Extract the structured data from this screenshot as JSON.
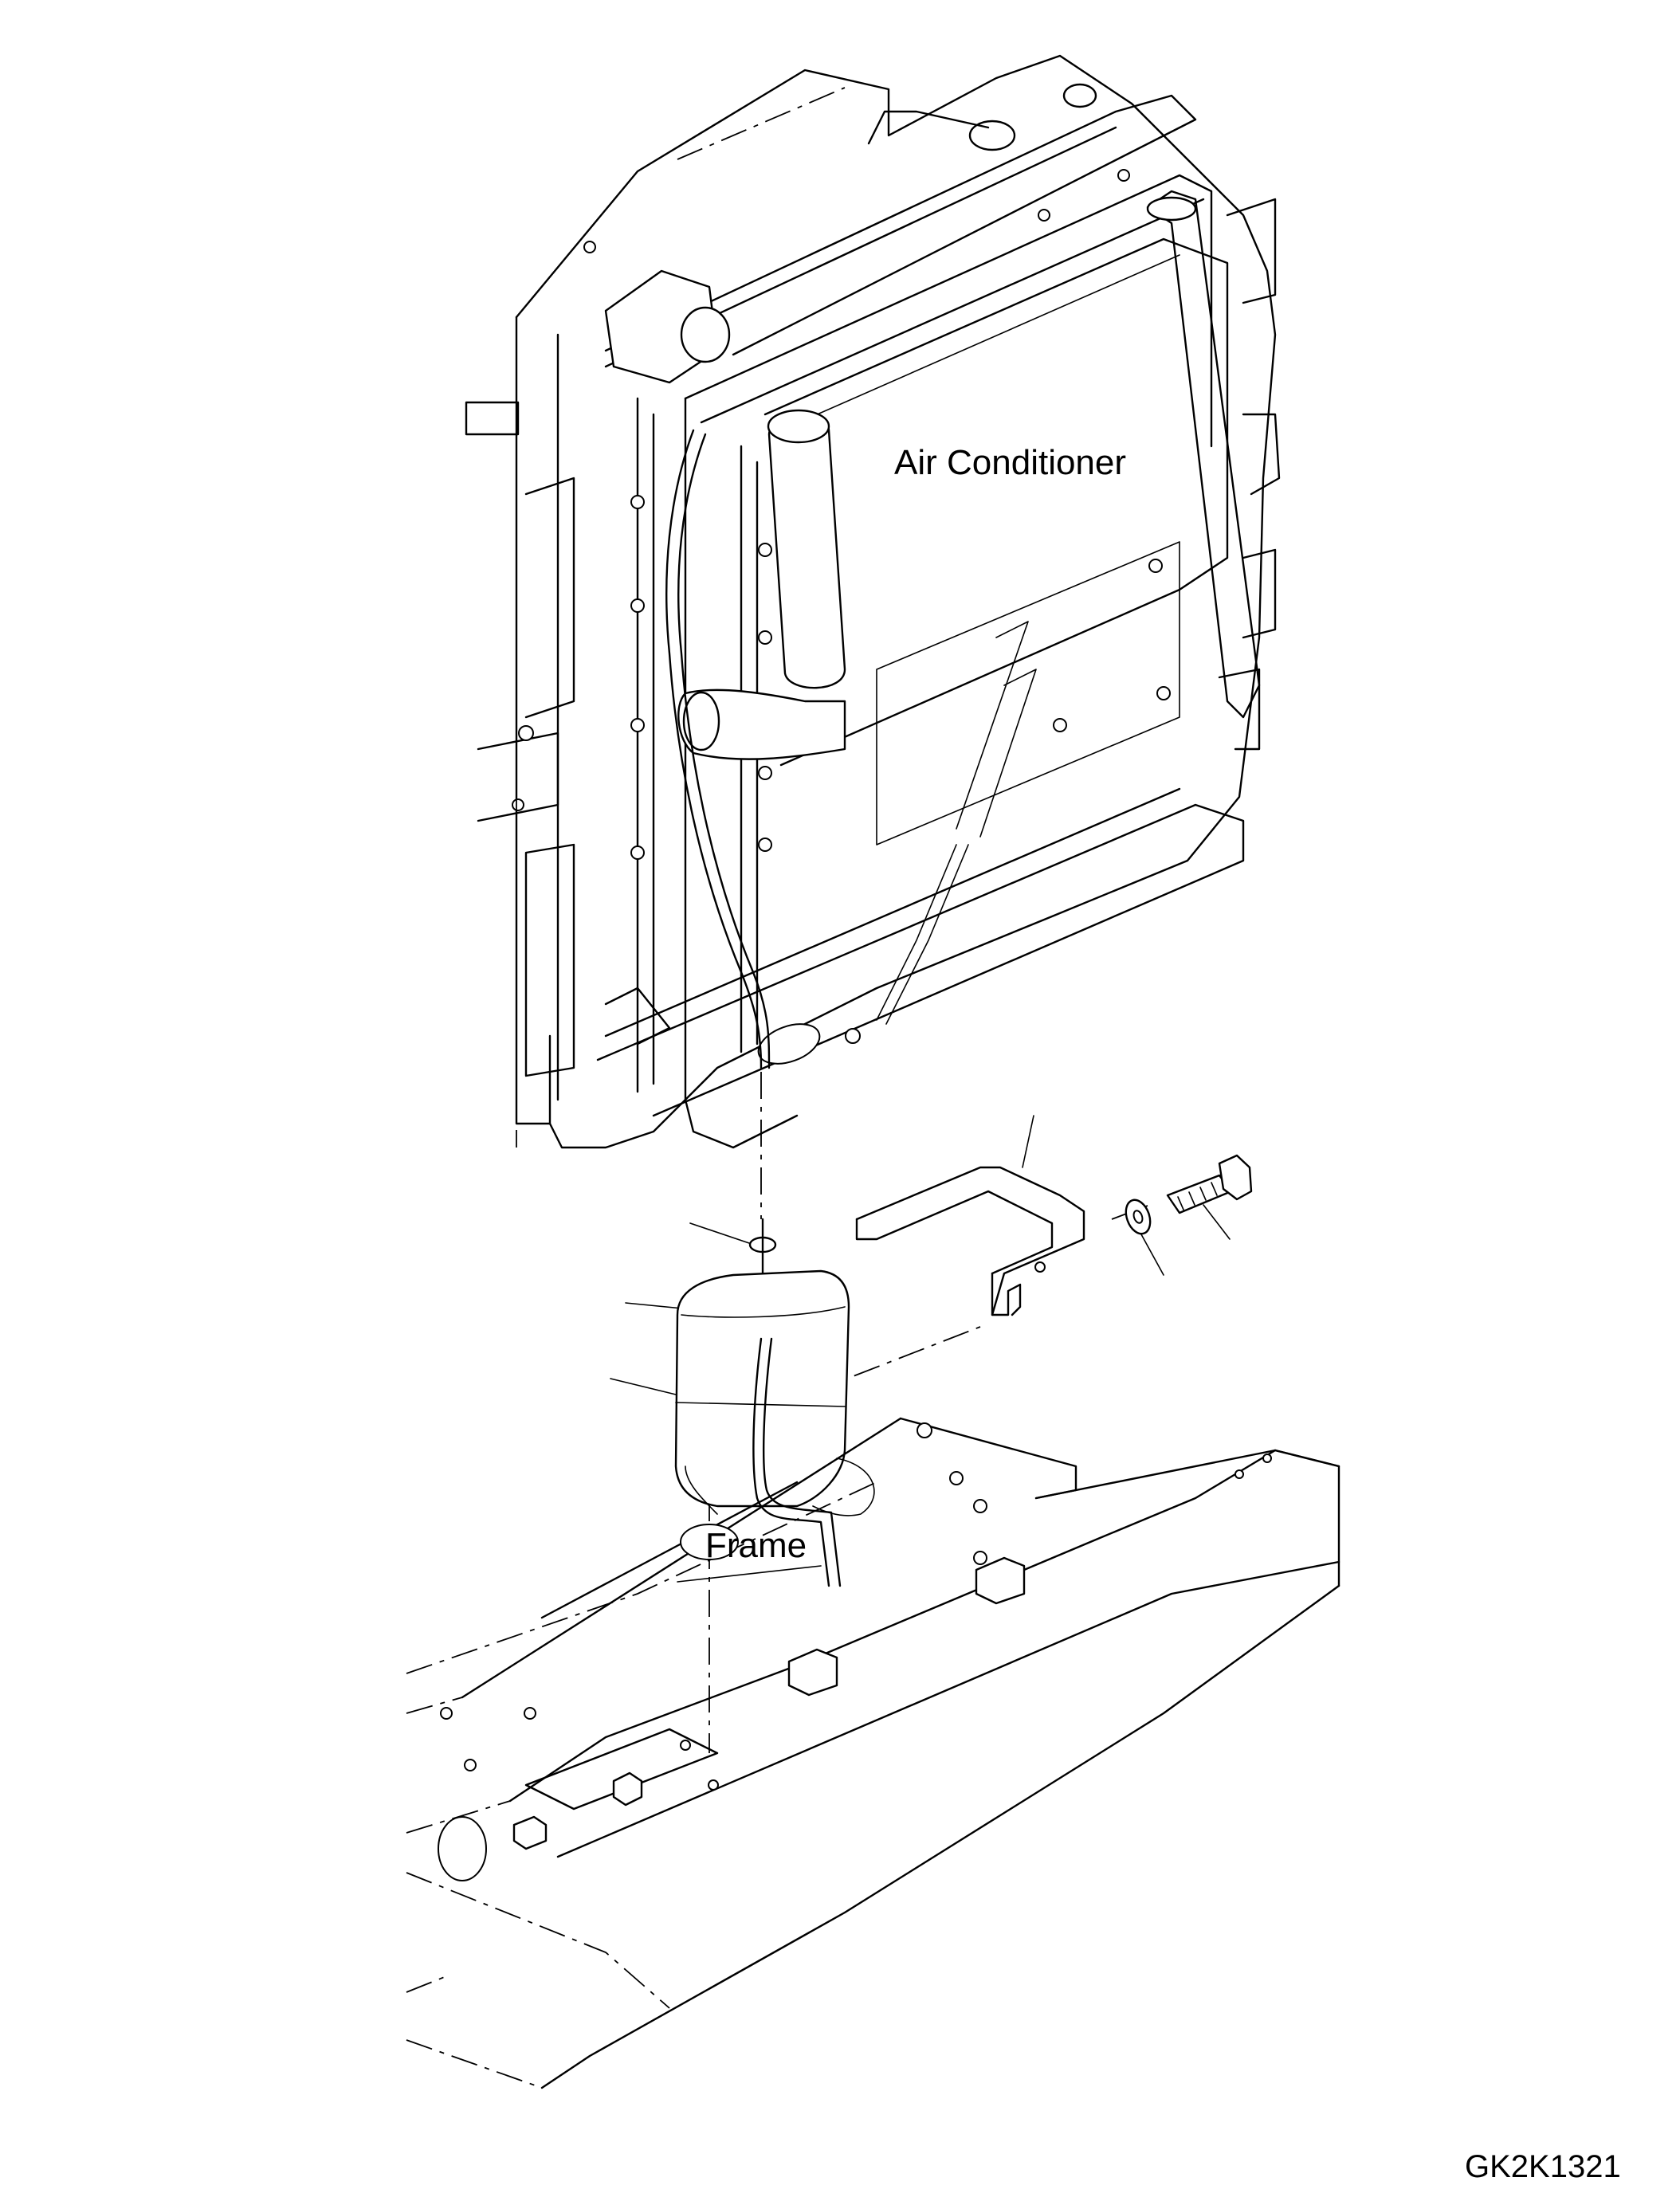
{
  "labels": {
    "air_conditioner": "Air Conditioner",
    "frame": "Frame",
    "drawing_code": "GK2K1321"
  },
  "icons": {
    "drawing": "line-art-exploded-view"
  }
}
